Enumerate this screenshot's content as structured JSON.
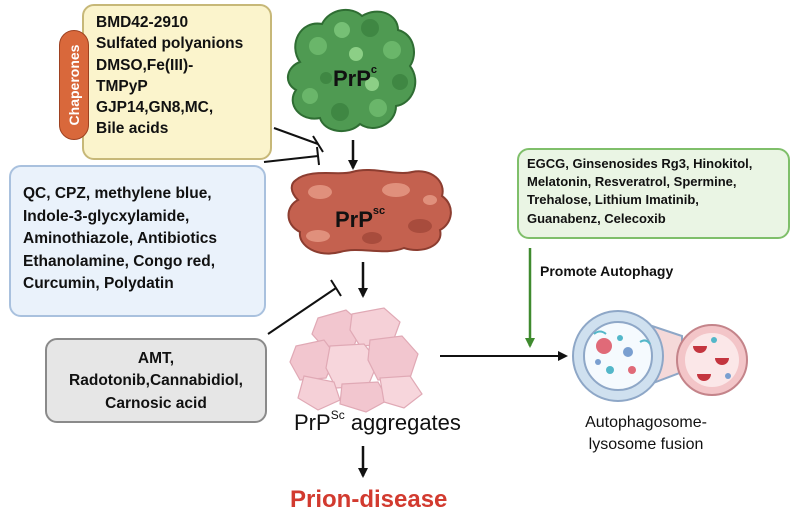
{
  "chaperones": {
    "tag": "Chaperones",
    "lines": [
      "BMD42-2910",
      "Sulfated polyanions",
      "DMSO,Fe(III)-",
      "TMPyP",
      "GJP14,GN8,MC,",
      "Bile acids"
    ]
  },
  "inhibitors": {
    "lines": [
      "QC, CPZ, methylene blue,",
      "Indole-3-glycxylamide,",
      "Aminothiazole, Antibiotics",
      "Ethanolamine, Congo red,",
      "Curcumin, Polydatin"
    ]
  },
  "aggregate_inhibitors": {
    "lines": [
      "AMT,",
      "Radotonib,Cannabidiol,",
      "Carnosic acid"
    ]
  },
  "autophagy_inducers": {
    "lines": [
      "EGCG, Ginsenosides Rg3, Hinokitol,",
      "Melatonin, Resveratrol, Spermine,",
      "Trehalose, Lithium Imatinib,",
      "Guanabenz, Celecoxib"
    ]
  },
  "labels": {
    "prpc_base": "PrP",
    "prpc_sup": "c",
    "prpsc_base": "PrP",
    "prpsc_sup": "sc",
    "aggregates_base": "PrP",
    "aggregates_sup": "Sc",
    "aggregates_rest": " aggregates",
    "prion_disease": "Prion-disease",
    "promote_autophagy": "Promote Autophagy",
    "fusion": "Autophagosome-lysosome fusion"
  },
  "colors": {
    "prpc": "#4f9a52",
    "prpsc": "#c4614f",
    "aggregates": "#f2c6cf",
    "prion_text": "#d23a2f",
    "chaperone_tag": "#d9683b",
    "autophagy_arrow": "#3f8a2e",
    "lysosome": "#f3c5c8"
  }
}
